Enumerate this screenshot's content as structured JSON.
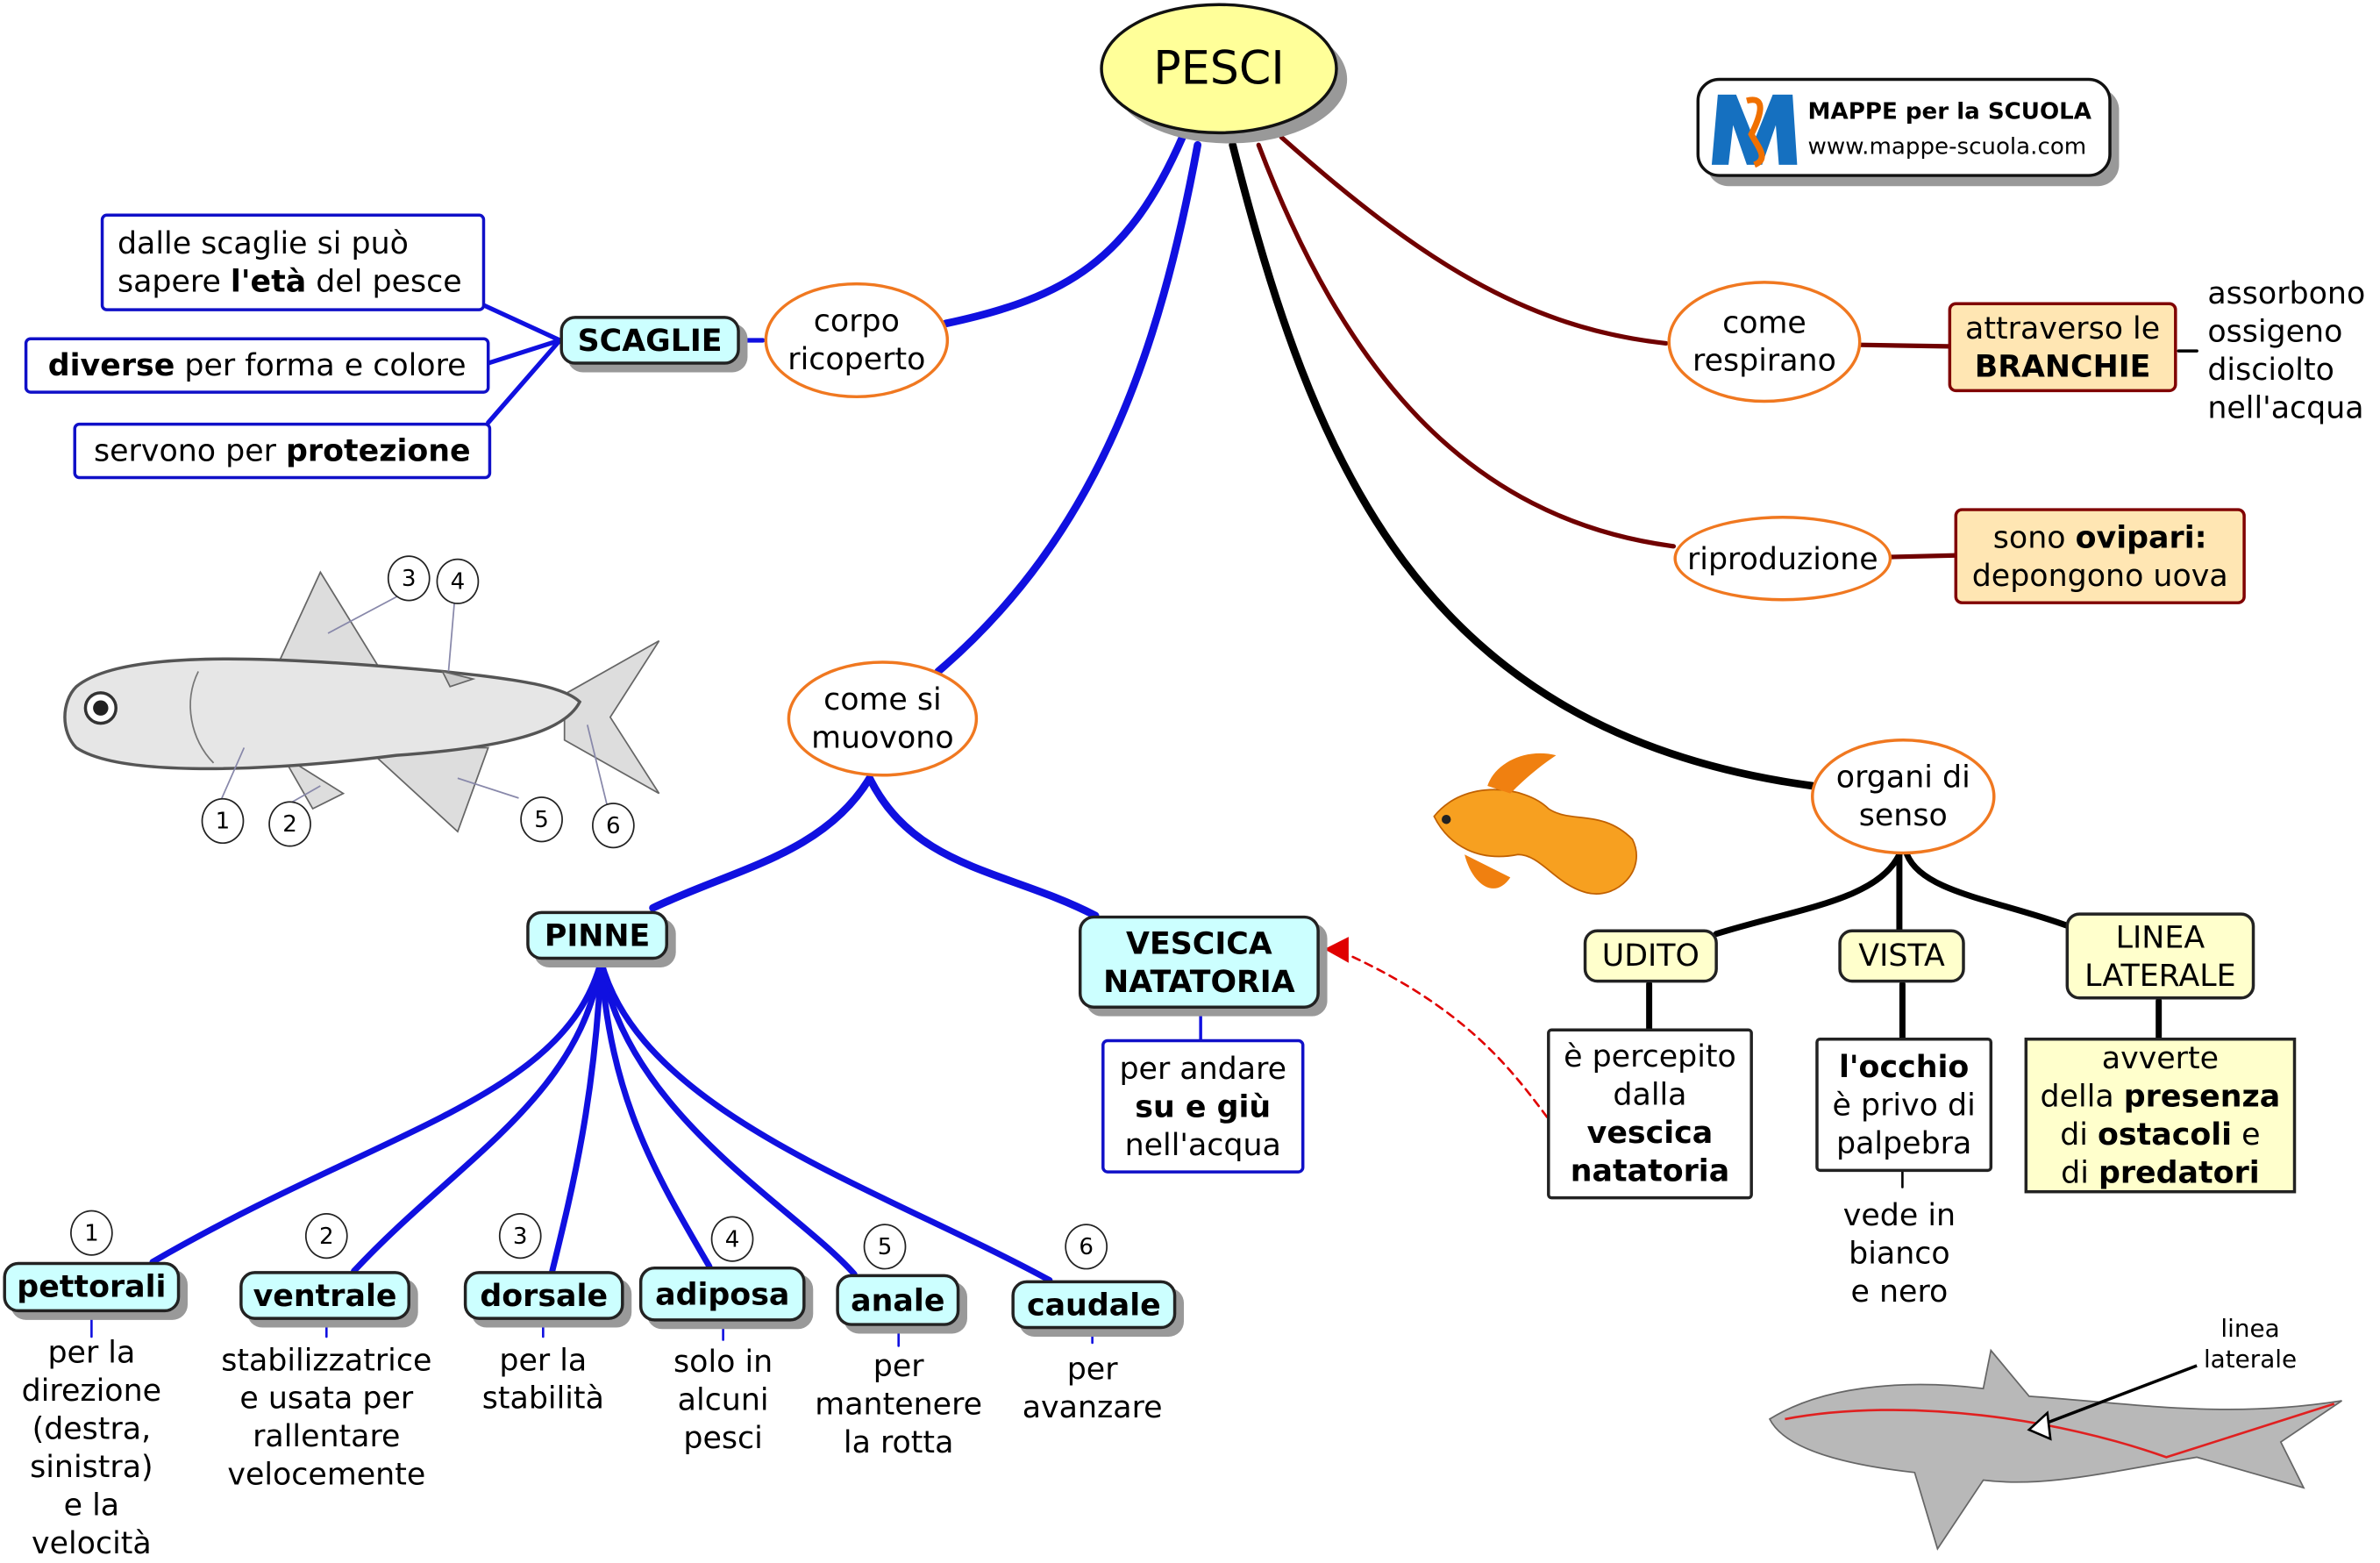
{
  "root": {
    "label": "PESCI"
  },
  "logo": {
    "title": "MAPPE per la SCUOLA",
    "url": "www.mappe-scuola.com",
    "letter": "M"
  },
  "scaglie": {
    "branch": [
      "corpo",
      "ricoperto"
    ],
    "label": "SCAGLIE",
    "eta": {
      "pre": "dalle scaglie si può",
      "line2_pre": "sapere ",
      "bold": "l'età",
      "post": " del pesce"
    },
    "diverse": {
      "bold": "diverse",
      "post": " per forma e colore"
    },
    "protezione": {
      "pre": "servono per ",
      "bold": "protezione"
    }
  },
  "respirazione": {
    "branch": [
      "come",
      "respirano"
    ],
    "box_line1": "attraverso le",
    "box_bold": "BRANCHIE",
    "note": [
      "assorbono",
      "ossigeno",
      "disciolto",
      "nell'acqua"
    ]
  },
  "riproduzione": {
    "branch": "riproduzione",
    "pre": "sono ",
    "bold": "ovipari:",
    "line2": "depongono uova"
  },
  "movimento": {
    "branch": [
      "come si",
      "muovono"
    ],
    "pinne": "PINNE",
    "vescica": [
      "VESCICA",
      "NATATORIA"
    ],
    "vescica_desc": {
      "pre": "per andare",
      "bold": "su e giù",
      "post": "nell'acqua"
    },
    "fins": [
      {
        "num": "1",
        "label": "pettorali",
        "desc": [
          "per la",
          "direzione",
          "(destra,",
          "sinistra)",
          "e la",
          "velocità"
        ]
      },
      {
        "num": "2",
        "label": "ventrale",
        "desc": [
          "stabilizzatrice",
          "e usata per",
          "rallentare",
          "velocemente"
        ]
      },
      {
        "num": "3",
        "label": "dorsale",
        "desc": [
          "per la",
          "stabilità"
        ]
      },
      {
        "num": "4",
        "label": "adiposa",
        "desc": [
          "solo in",
          "alcuni",
          "pesci"
        ]
      },
      {
        "num": "5",
        "label": "anale",
        "desc": [
          "per",
          "mantenere",
          "la rotta"
        ]
      },
      {
        "num": "6",
        "label": "caudale",
        "desc": [
          "per",
          "avanzare"
        ]
      }
    ]
  },
  "sensi": {
    "branch": [
      "organi di",
      "senso"
    ],
    "udito": {
      "label": "UDITO",
      "pre": "è percepito",
      "mid": "dalla",
      "bold": [
        "vescica",
        "natatoria"
      ]
    },
    "vista": {
      "label": "VISTA",
      "bold": "l'occhio",
      "post": [
        "è privo di",
        "palpebra"
      ],
      "note": [
        "vede in",
        "bianco",
        "e nero"
      ]
    },
    "linea": {
      "label": [
        "LINEA",
        "LATERALE"
      ],
      "pre": "avverte",
      "l2_pre": "della ",
      "l2_bold": "presenza",
      "l3_pre": "di ",
      "l3_bold": "ostacoli",
      "l3_post": " e",
      "l4_pre": "di ",
      "l4_bold": "predatori"
    }
  },
  "illustration": {
    "fish_numbers": [
      "1",
      "2",
      "3",
      "4",
      "5",
      "6"
    ],
    "shark_label": [
      "linea",
      "laterale"
    ]
  },
  "colors": {
    "blue_link": "#1010e0",
    "dark_red_link": "#700000",
    "black_link": "#000000",
    "root_fill": "#ffff99",
    "cyan_fill": "#ccffff"
  }
}
